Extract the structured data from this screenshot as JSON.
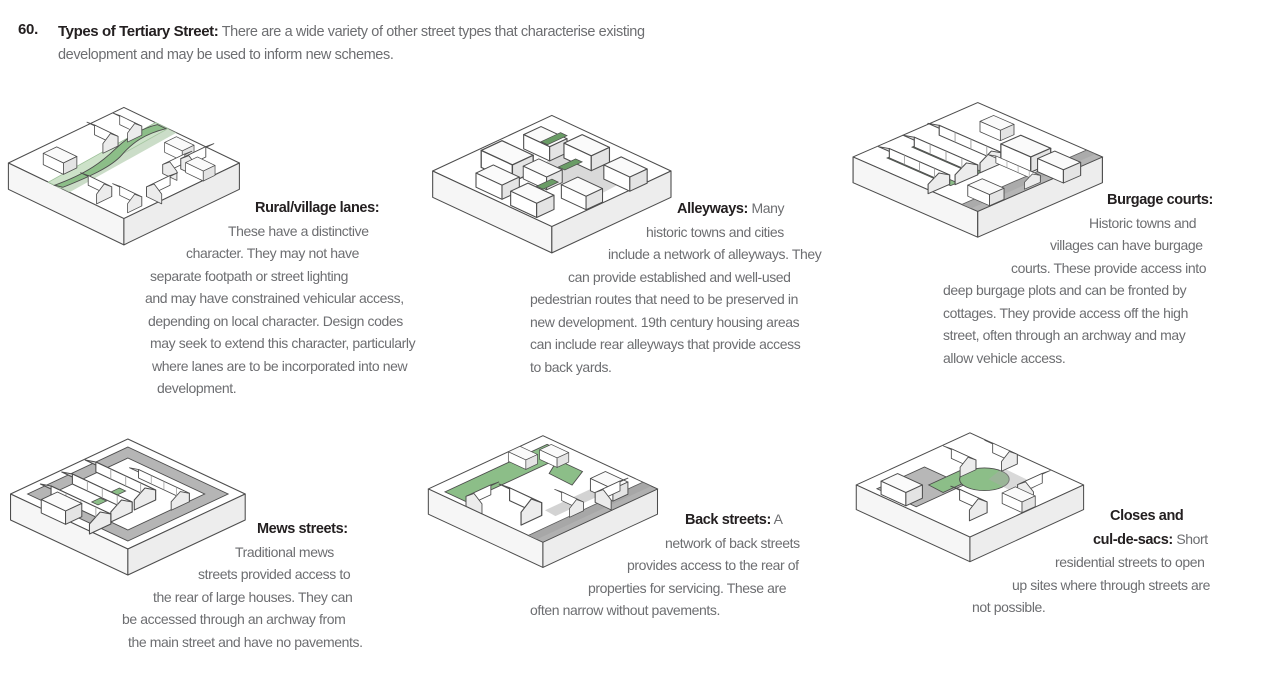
{
  "page": {
    "item_number": "60.",
    "title": "Types of Tertiary Street:",
    "intro_line1": "There are a wide variety of other street types that characterise existing",
    "intro_line2": "development and may be used to inform new schemes."
  },
  "colors": {
    "heading_text": "#231f20",
    "body_text": "#6d6e71",
    "street_green": "#8cbe88",
    "alley_green": "#6a9c66",
    "verge_green": "#cde2c9",
    "road_grey": "#b5b5b5",
    "building_white": "#ffffff",
    "outline_grey": "#4d4d4d"
  },
  "panels": [
    {
      "id": "rural-village-lanes",
      "title": "Rural/village lanes:",
      "title_tail": "",
      "lines": [
        "These have a distinctive",
        "character. They may not have",
        "separate footpath or street lighting",
        "and may have constrained vehicular access,",
        "depending on local character. Design codes",
        "may seek to extend this character, particularly",
        "where lanes are to be incorporated into new",
        "development."
      ]
    },
    {
      "id": "alleyways",
      "title": "Alleyways:",
      "title_tail": " Many",
      "lines": [
        "historic towns and cities",
        "include a network of alleyways. They",
        "can provide established and well-used",
        "pedestrian routes that need to be preserved in",
        "new development. 19th century housing areas",
        "can include rear alleyways that provide access",
        "to back yards."
      ]
    },
    {
      "id": "burgage-courts",
      "title": "Burgage courts:",
      "title_tail": "",
      "lines": [
        "Historic towns and",
        "villages can have burgage",
        "courts. These provide access into",
        "deep burgage plots and can be fronted by",
        "cottages. They provide access off the high",
        "street, often through an archway and may",
        "allow vehicle access."
      ]
    },
    {
      "id": "mews-streets",
      "title": "Mews streets:",
      "title_tail": "",
      "lines": [
        "Traditional mews",
        "streets provided access to",
        "the rear of large houses. They can",
        "be accessed through an archway from",
        "the main street and have no pavements."
      ]
    },
    {
      "id": "back-streets",
      "title": "Back streets:",
      "title_tail": " A",
      "lines": [
        "network of back streets",
        "provides access to the rear of",
        "properties for servicing. These are",
        "often narrow without pavements."
      ]
    },
    {
      "id": "closes-and-cul-de-sacs",
      "title_line1": "Closes and",
      "title_line2": "cul-de-sacs:",
      "title_tail": " Short",
      "lines": [
        "residential streets to open",
        "up sites where through streets are",
        "not possible."
      ]
    }
  ]
}
